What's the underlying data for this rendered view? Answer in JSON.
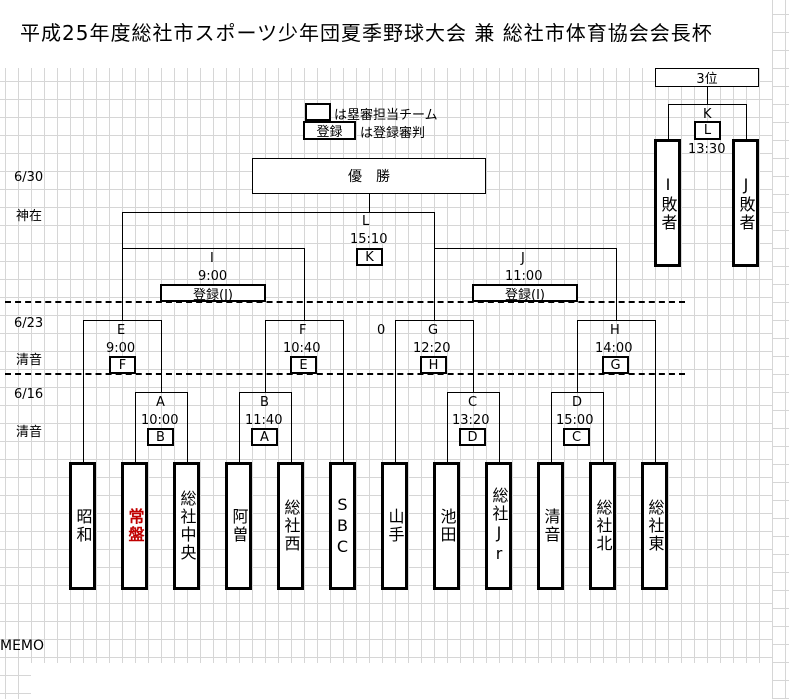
{
  "title": "平成25年度総社市スポーツ少年団夏季野球大会 兼 総社市体育協会会長杯",
  "legend": {
    "umpire_team": "は塁審担当チーム",
    "register_box": "登録",
    "register_text": "は登録審判"
  },
  "side_labels": {
    "date_final": "6/30",
    "venue_final": "神在",
    "date_r2": "6/23",
    "venue_r2": "清音",
    "date_r1": "6/16",
    "venue_r1": "清音",
    "memo": "MEMO",
    "stray_zero": "0"
  },
  "final": {
    "label": "優　勝",
    "game": "L",
    "time": "15:10",
    "umpire": "K"
  },
  "third_place": {
    "label": "3位",
    "game": "K",
    "umpire": "L",
    "time": "13:30",
    "left_team": "I敗者",
    "right_team": "J敗者"
  },
  "semis": [
    {
      "game": "I",
      "time": "9:00",
      "umpire": "登録(J)"
    },
    {
      "game": "J",
      "time": "11:00",
      "umpire": "登録(I)"
    }
  ],
  "quarters": [
    {
      "game": "E",
      "time": "9:00",
      "umpire": "F"
    },
    {
      "game": "F",
      "time": "10:40",
      "umpire": "E"
    },
    {
      "game": "G",
      "time": "12:20",
      "umpire": "H"
    },
    {
      "game": "H",
      "time": "14:00",
      "umpire": "G"
    }
  ],
  "first_round": [
    {
      "game": "A",
      "time": "10:00",
      "umpire": "B"
    },
    {
      "game": "B",
      "time": "11:40",
      "umpire": "A"
    },
    {
      "game": "C",
      "time": "13:20",
      "umpire": "D"
    },
    {
      "game": "D",
      "time": "15:00",
      "umpire": "C"
    }
  ],
  "teams": [
    {
      "name": "昭和",
      "highlight": false
    },
    {
      "name": "常盤",
      "highlight": true,
      "color": "#c00000"
    },
    {
      "name": "総社中央",
      "highlight": false
    },
    {
      "name": "阿曽",
      "highlight": false
    },
    {
      "name": "総社西",
      "highlight": false
    },
    {
      "name": "SBC",
      "highlight": false
    },
    {
      "name": "山手",
      "highlight": false
    },
    {
      "name": "池田",
      "highlight": false
    },
    {
      "name": "総社Jr",
      "highlight": false
    },
    {
      "name": "清音",
      "highlight": false
    },
    {
      "name": "総社北",
      "highlight": false
    },
    {
      "name": "総社東",
      "highlight": false
    }
  ]
}
